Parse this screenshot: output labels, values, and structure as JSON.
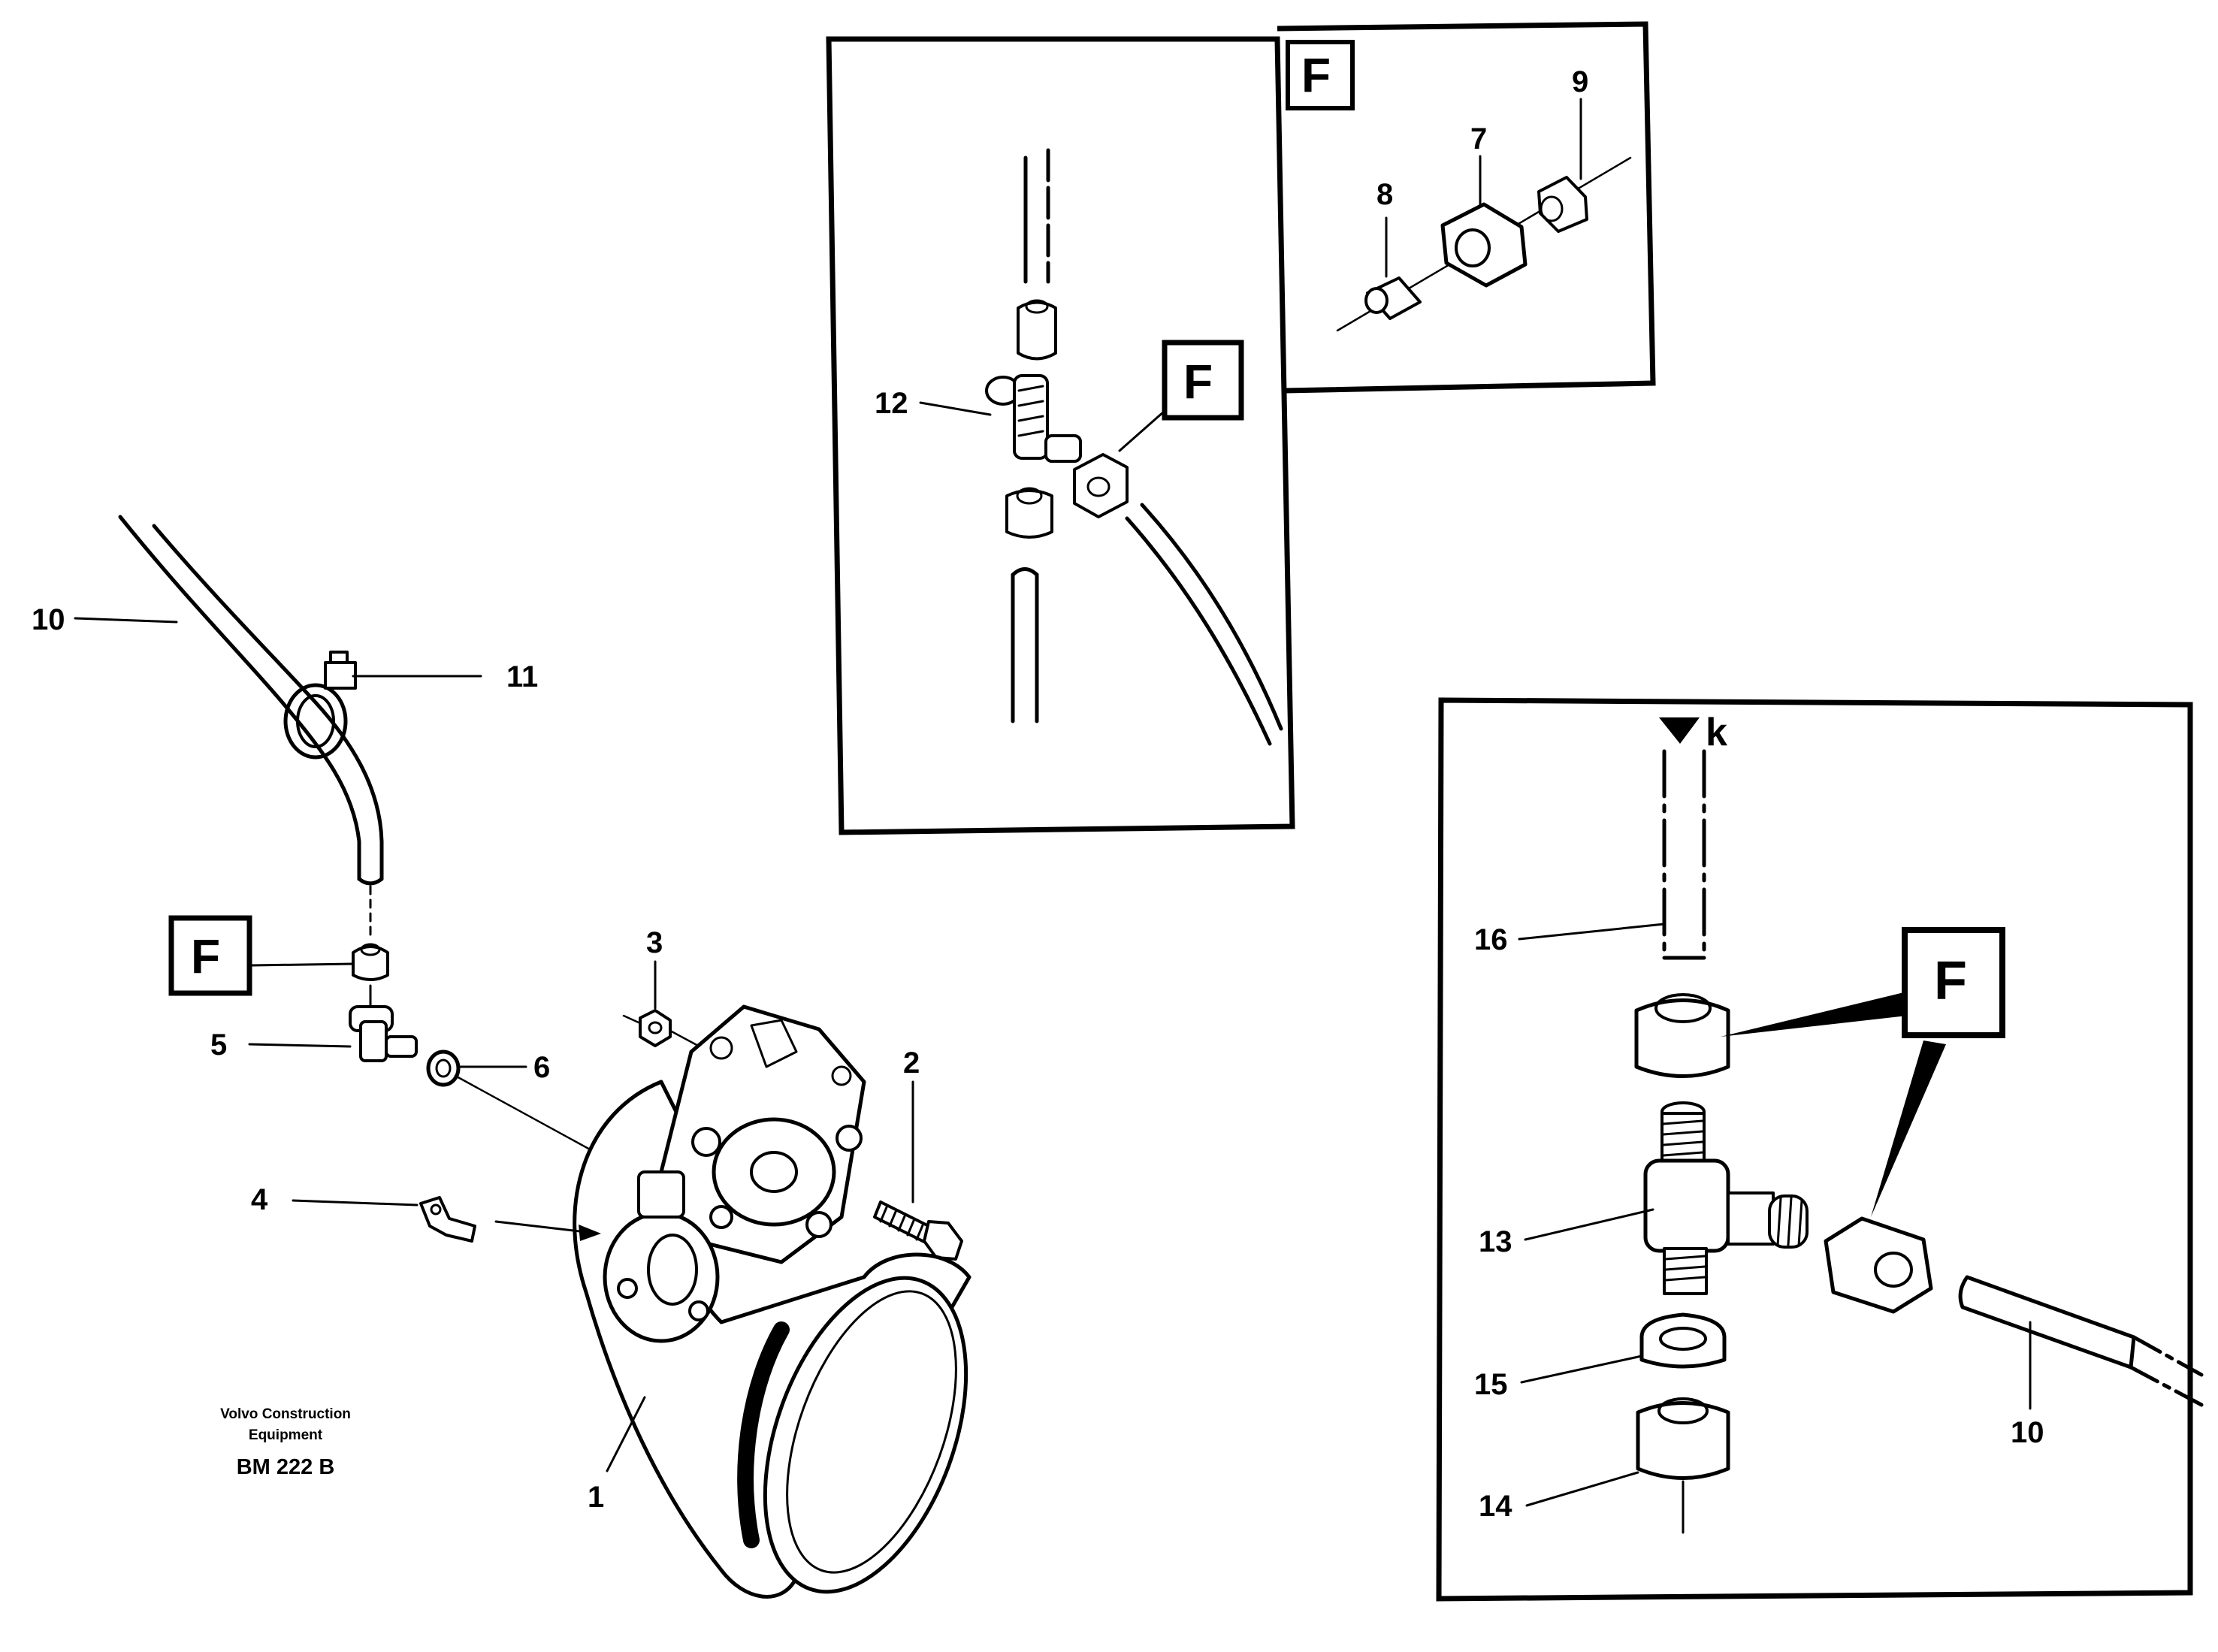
{
  "diagram": {
    "part_numbers": [
      "1",
      "2",
      "3",
      "4",
      "5",
      "6",
      "7",
      "8",
      "9",
      "10",
      "11",
      "12",
      "13",
      "14",
      "15",
      "16"
    ],
    "detail_marker": "F",
    "flow_marker": "k",
    "credit": {
      "line1": "Volvo Construction",
      "line2": "Equipment",
      "code": "BM 222 B"
    }
  }
}
